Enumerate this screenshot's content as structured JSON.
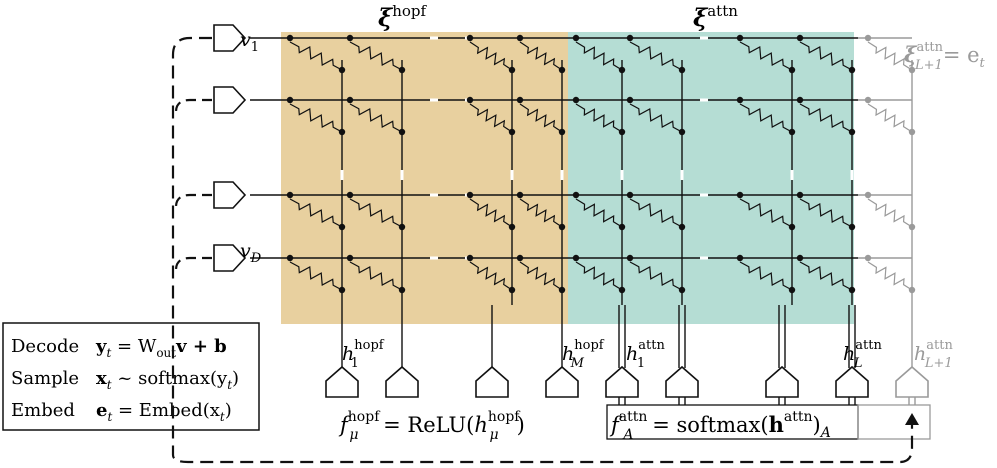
{
  "panels": {
    "hopf_title": {
      "base": "ξ",
      "sup": "hopf"
    },
    "attn_title": {
      "base": "ξ",
      "sup": "attn"
    },
    "extra": {
      "base": "ξ",
      "sup": "attn",
      "sub": "L+1",
      "eq": "= e",
      "eq_sub": "t"
    }
  },
  "inputs": {
    "v1": {
      "base": "v",
      "sub": "1"
    },
    "vD": {
      "base": "v",
      "sub": "D"
    }
  },
  "hidden": {
    "h_hopf_1": {
      "base": "h",
      "sup": "hopf",
      "sub": "1"
    },
    "h_hopf_M": {
      "base": "h",
      "sup": "hopf",
      "sub": "M"
    },
    "h_attn_1": {
      "base": "h",
      "sup": "attn",
      "sub": "1"
    },
    "h_attn_L": {
      "base": "h",
      "sup": "attn",
      "sub": "L"
    },
    "h_attn_L1": {
      "base": "h",
      "sup": "attn",
      "sub": "L+1"
    }
  },
  "formulas": {
    "hopf": {
      "f": "f",
      "f_sup": "hopf",
      "f_sub": "μ",
      "eq": " = ReLU(",
      "h": "h",
      "h_sup": "hopf",
      "h_sub": "μ",
      "close": ")"
    },
    "attn": {
      "f": "f",
      "f_sup": "attn",
      "f_sub": "A",
      "eq": " = softmax(",
      "h": "h",
      "h_sup": "attn",
      "close": ")",
      "close_sub": "A"
    }
  },
  "legend": {
    "rows": [
      {
        "name": "Decode",
        "expr": "y",
        "expr_sub": "t",
        "rhs": " = W",
        "rhs_sub": "out",
        "rhs_tail": "v + b"
      },
      {
        "name": "Sample",
        "expr": "x",
        "expr_sub": "t",
        "rhs": " ~ softmax(y",
        "rhs_sub": "t",
        "rhs_tail": ")"
      },
      {
        "name": "Embed",
        "expr": "e",
        "expr_sub": "t",
        "rhs": " = Embed(x",
        "rhs_sub": "t",
        "rhs_tail": ")"
      }
    ]
  },
  "colors": {
    "hopf_fill": "#e8d09f",
    "attn_fill": "#b5ddd4",
    "line": "#111111",
    "faded": "#9a9a9a"
  }
}
